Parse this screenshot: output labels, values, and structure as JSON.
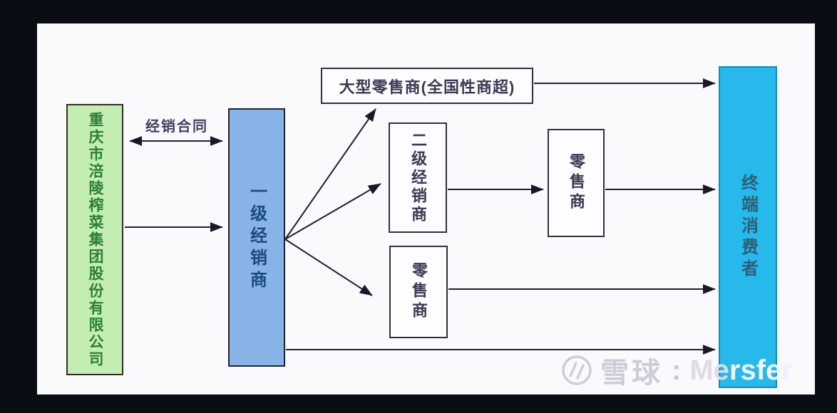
{
  "diagram_title_implied": "distribution-channel-flowchart",
  "nodes": {
    "producer": {
      "label": "重庆市涪陵榨菜集团股份有限公司",
      "fill": "#c3edb1",
      "text_color": "#2d7e3c"
    },
    "first_level": {
      "label": "一级经销商",
      "fill": "#88b3e7",
      "text_color": "#1b4a82"
    },
    "large_retailer": {
      "label": "大型零售商(全国性商超)",
      "fill": "#fdfdff",
      "text_color": "#3e3853"
    },
    "second_level": {
      "label": "二级经销商",
      "fill": "#fdfdff",
      "text_color": "#3e3853"
    },
    "retailer_mid": {
      "label": "零售商",
      "fill": "#fdfdff",
      "text_color": "#3e3853"
    },
    "retailer_bottom": {
      "label": "零售商",
      "fill": "#fdfdff",
      "text_color": "#3e3853"
    },
    "end_consumer": {
      "label": "终端消费者",
      "fill": "#27b8ec",
      "text_color": "#2a6076"
    }
  },
  "edges": {
    "contract_label": "经销合同",
    "arrow_color": "#241f31"
  },
  "watermark": {
    "icon": "xueqiu-logo-icon",
    "site": "雪球",
    "colon": ":",
    "user_light": "Me",
    "user_bright": "rsfer"
  },
  "colors": {
    "frame_background": "#0b0d14",
    "canvas_background": "#fafafc"
  }
}
